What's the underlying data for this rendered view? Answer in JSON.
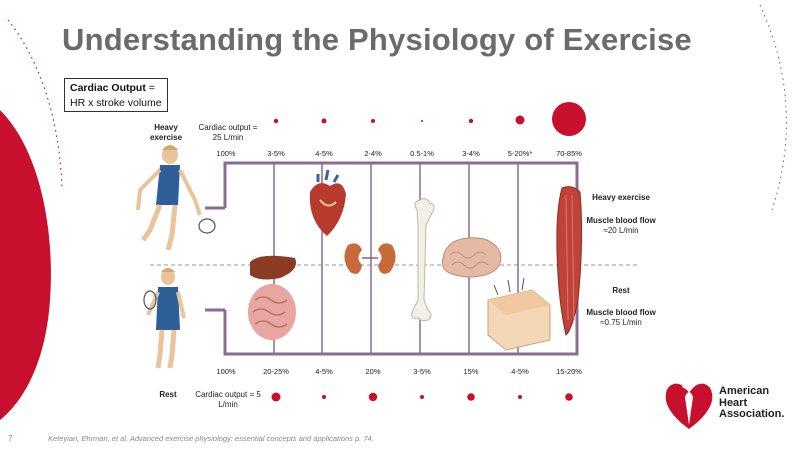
{
  "slide": {
    "title": "Understanding the Physiology of Exercise",
    "page_number": "7",
    "reference": "Keteyian, Ehrman, et al. Advanced exercise physiology: essential concepts and applications p. 74.",
    "colors": {
      "brand_red": "#c8102e",
      "title_gray": "#6b6b6b",
      "frame_purple": "#8c6a96"
    }
  },
  "cardiac_box": {
    "label": "Cardiac Output",
    "suffix": "=",
    "formula": "HR x stroke volume"
  },
  "diagram": {
    "heavy": {
      "label": "Heavy exercise",
      "cardiac_output": "Cardiac output = 25 L/min",
      "percentages": [
        "100%",
        "3-5%",
        "4-5%",
        "2-4%",
        "0.5-1%",
        "3-4%",
        "5-20%*",
        "70-85%"
      ],
      "side_title": "Heavy exercise",
      "side_flow_label": "Muscle blood flow",
      "side_flow_value": "≈20 L/min"
    },
    "rest": {
      "label": "Rest",
      "cardiac_output": "Cardiac output = 5 L/min",
      "percentages": [
        "100%",
        "20-25%",
        "4-5%",
        "20%",
        "3-5%",
        "15%",
        "4-5%",
        "15-20%"
      ],
      "side_title": "Rest",
      "side_flow_label": "Muscle blood flow",
      "side_flow_value": "≈0.75 L/min"
    },
    "organs": [
      "liver-and-intestines",
      "heart",
      "kidneys",
      "bone",
      "brain",
      "skin",
      "skeletal-muscle"
    ]
  },
  "logo": {
    "line1": "American",
    "line2": "Heart",
    "line3": "Association."
  }
}
